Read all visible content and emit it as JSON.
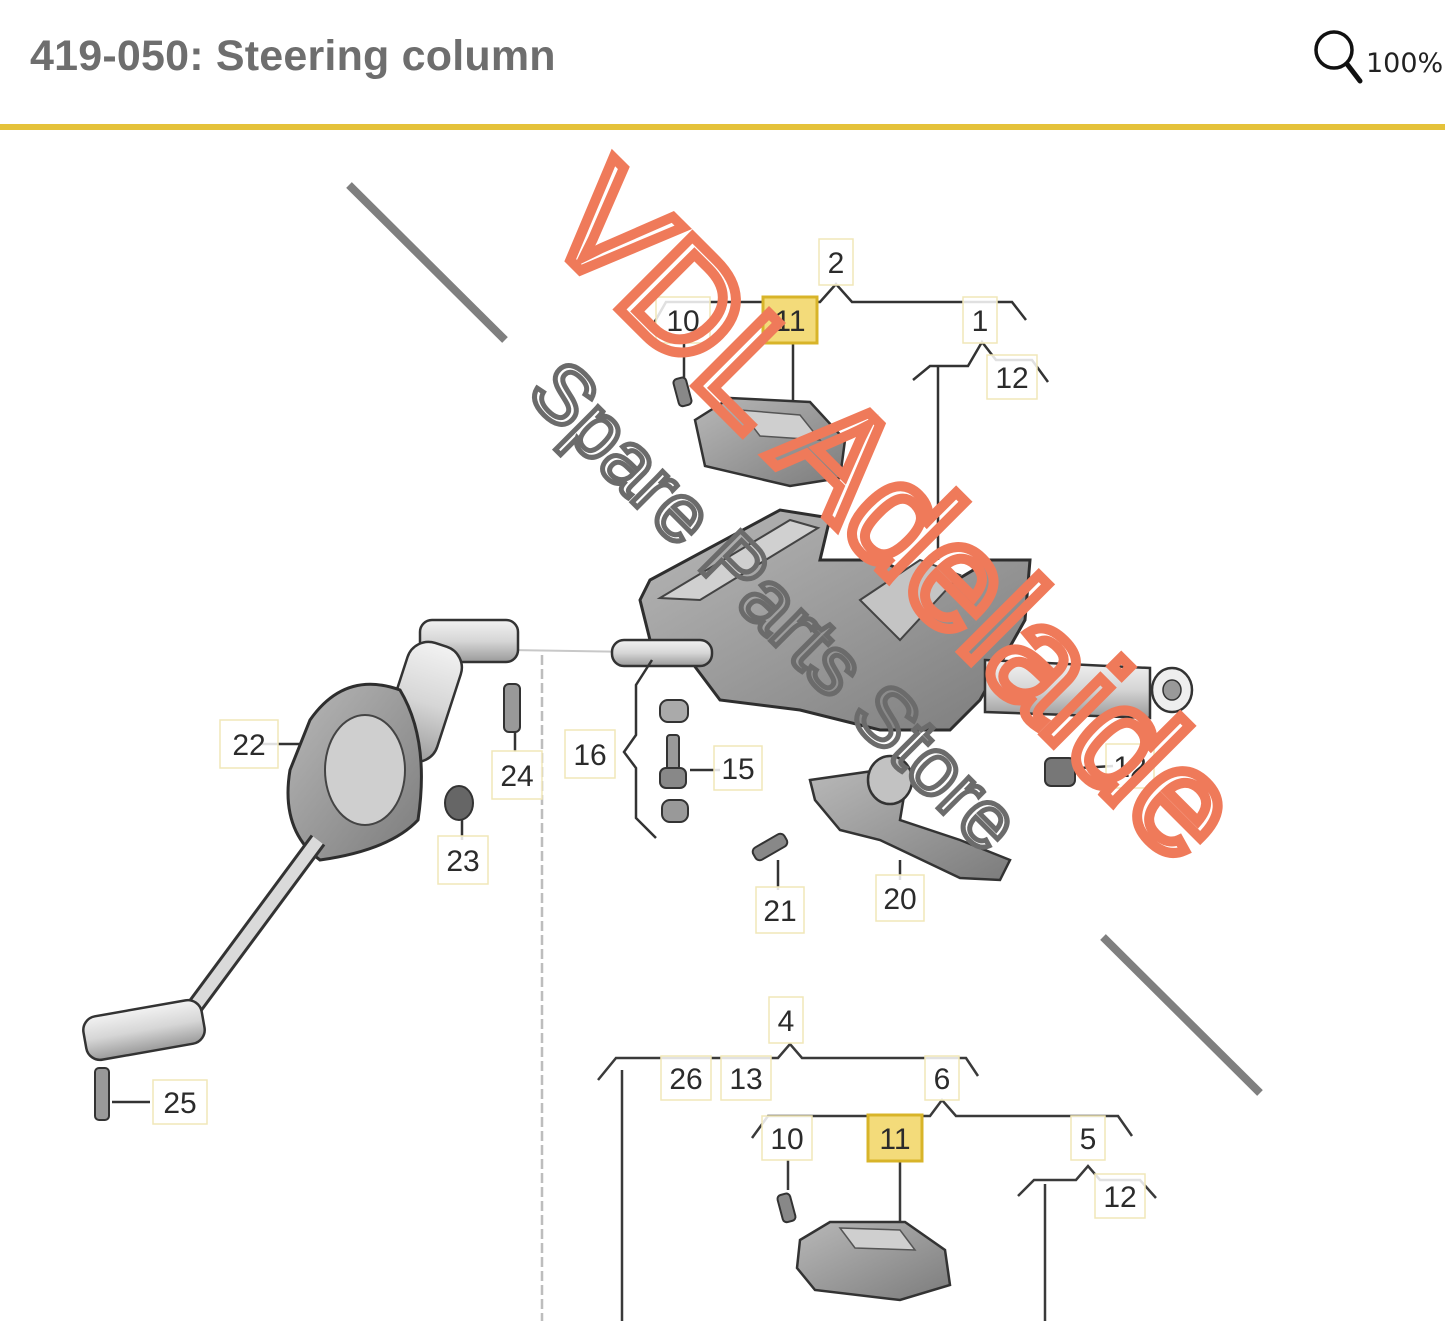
{
  "header": {
    "title": "419-050: Steering column",
    "zoom_icon": "magnifier-icon",
    "zoom_level": "100%"
  },
  "colors": {
    "accent_rule": "#e5c23a",
    "highlight_callout": "#f3db7a",
    "watermark_red": "#ef7a5a",
    "watermark_grey": "#6b6b6b",
    "title_text": "#6e6e6e"
  },
  "diagram": {
    "callouts": {
      "c2": "2",
      "c10a": "10",
      "c11a": "11",
      "c1": "1",
      "c12a": "12",
      "c22": "22",
      "c24": "24",
      "c16": "16",
      "c15": "15",
      "c12b": "12",
      "c23": "23",
      "c21": "21",
      "c20": "20",
      "c25": "25",
      "c4": "4",
      "c26": "26",
      "c13": "13",
      "c6": "6",
      "c10b": "10",
      "c11b": "11",
      "c5": "5",
      "c12c": "12"
    },
    "highlighted": [
      "11"
    ]
  },
  "watermark": {
    "primary": "VDL Adelaide",
    "secondary": "Spare Parts Store"
  }
}
